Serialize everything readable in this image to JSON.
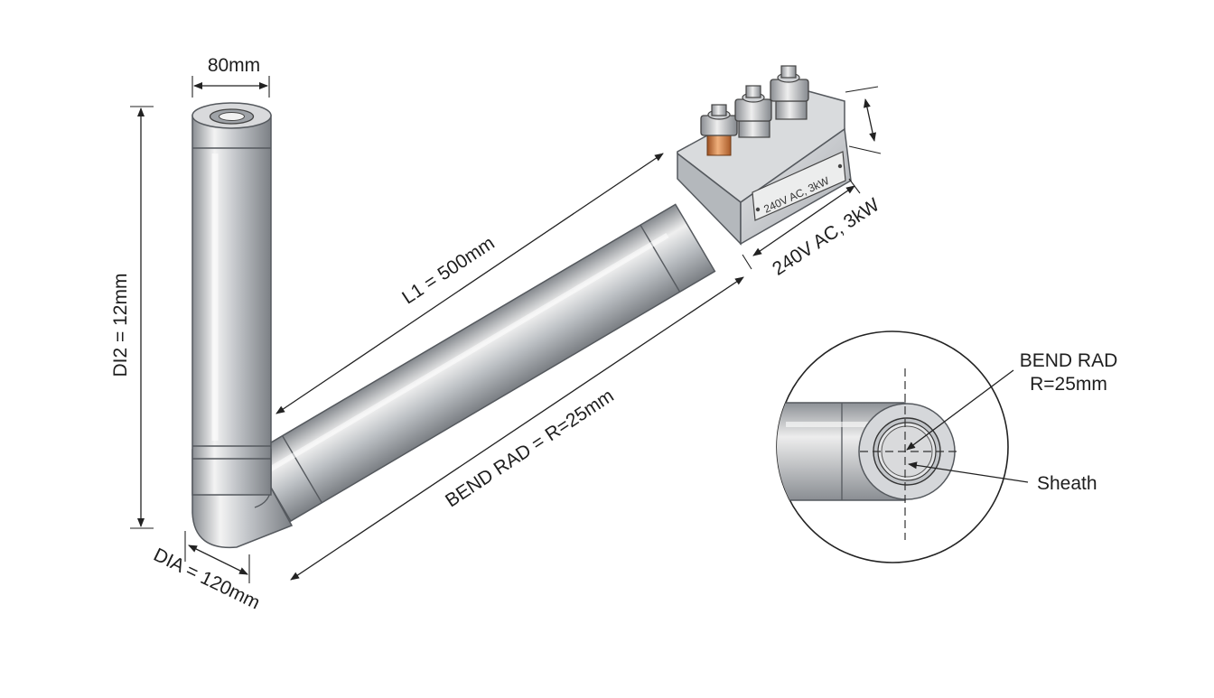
{
  "labels": {
    "top_width": "80mm",
    "vertical_length": "DI2 = 12mm",
    "horizontal_length": "L1 = 500mm",
    "bend_radius_long": "BEND RAD = R=25mm",
    "diameter": "DIA = 120mm",
    "rating": "240V AC, 3kW",
    "nameplate": "240V AC, 3kW"
  },
  "detail": {
    "bend_rad_line1": "BEND RAD",
    "bend_rad_line2": "R=25mm",
    "sheath": "Sheath"
  },
  "colors": {
    "tube_light": "#f2f2f2",
    "tube_mid": "#b9bcc0",
    "tube_dark": "#7b7f84",
    "copper": "#d17a3d",
    "line": "#222222"
  },
  "icons": {
    "terminal": "hex-nut-terminal-icon"
  }
}
